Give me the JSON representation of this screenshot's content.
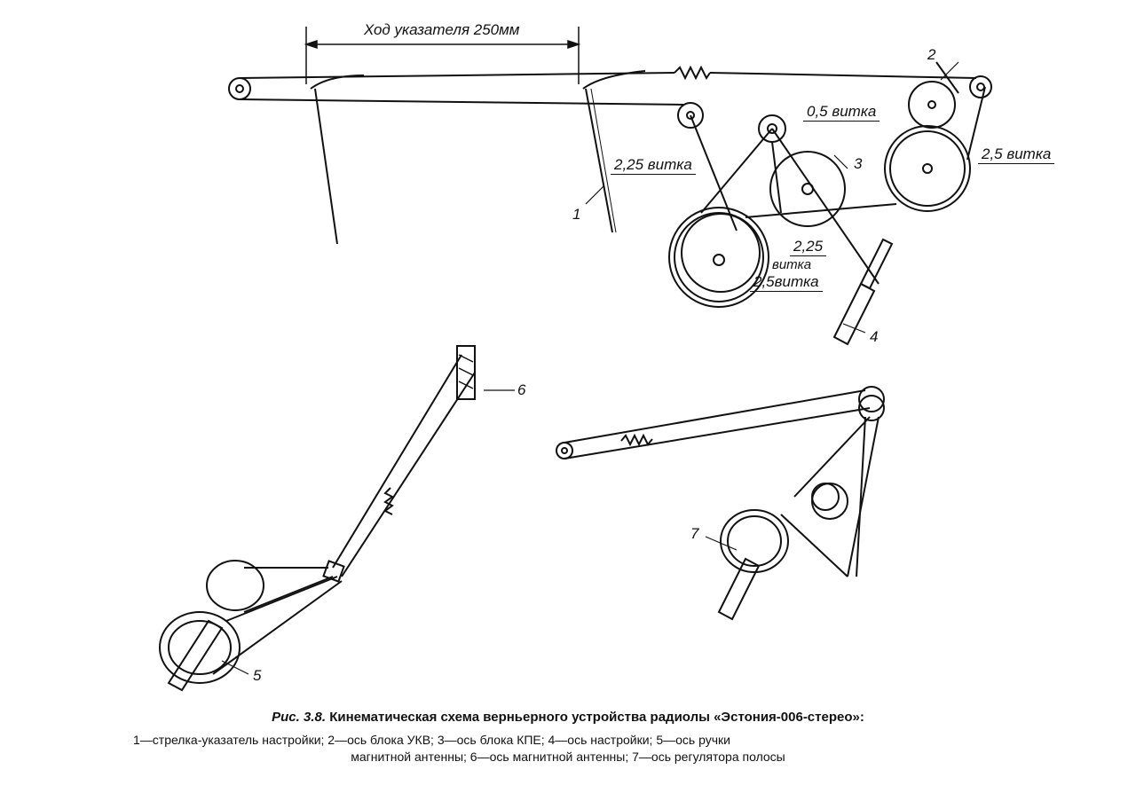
{
  "labels": {
    "travel": "Ход указателя 250мм",
    "turns_05": "0,5 витка",
    "turns_225_a": "2,25 витка",
    "turns_25_a": "2,5 витка",
    "turns_225_b": "2,25",
    "turns_225_b2": "витка",
    "turns_25_b": "2,5витка"
  },
  "numbers": [
    "1",
    "2",
    "3",
    "4",
    "5",
    "6",
    "7"
  ],
  "caption": {
    "fig": "Рис. 3.8.",
    "title": "Кинематическая схема верньерного устройства радиолы «Эстония-006-стерео»:",
    "line1": "1—стрелка-указатель настройки; 2—ось блока УКВ; 3—ось блока КПЕ; 4—ось настройки; 5—ось ручки",
    "line2": "магнитной антенны; 6—ось магнитной антенны; 7—ось регулятора полосы"
  }
}
